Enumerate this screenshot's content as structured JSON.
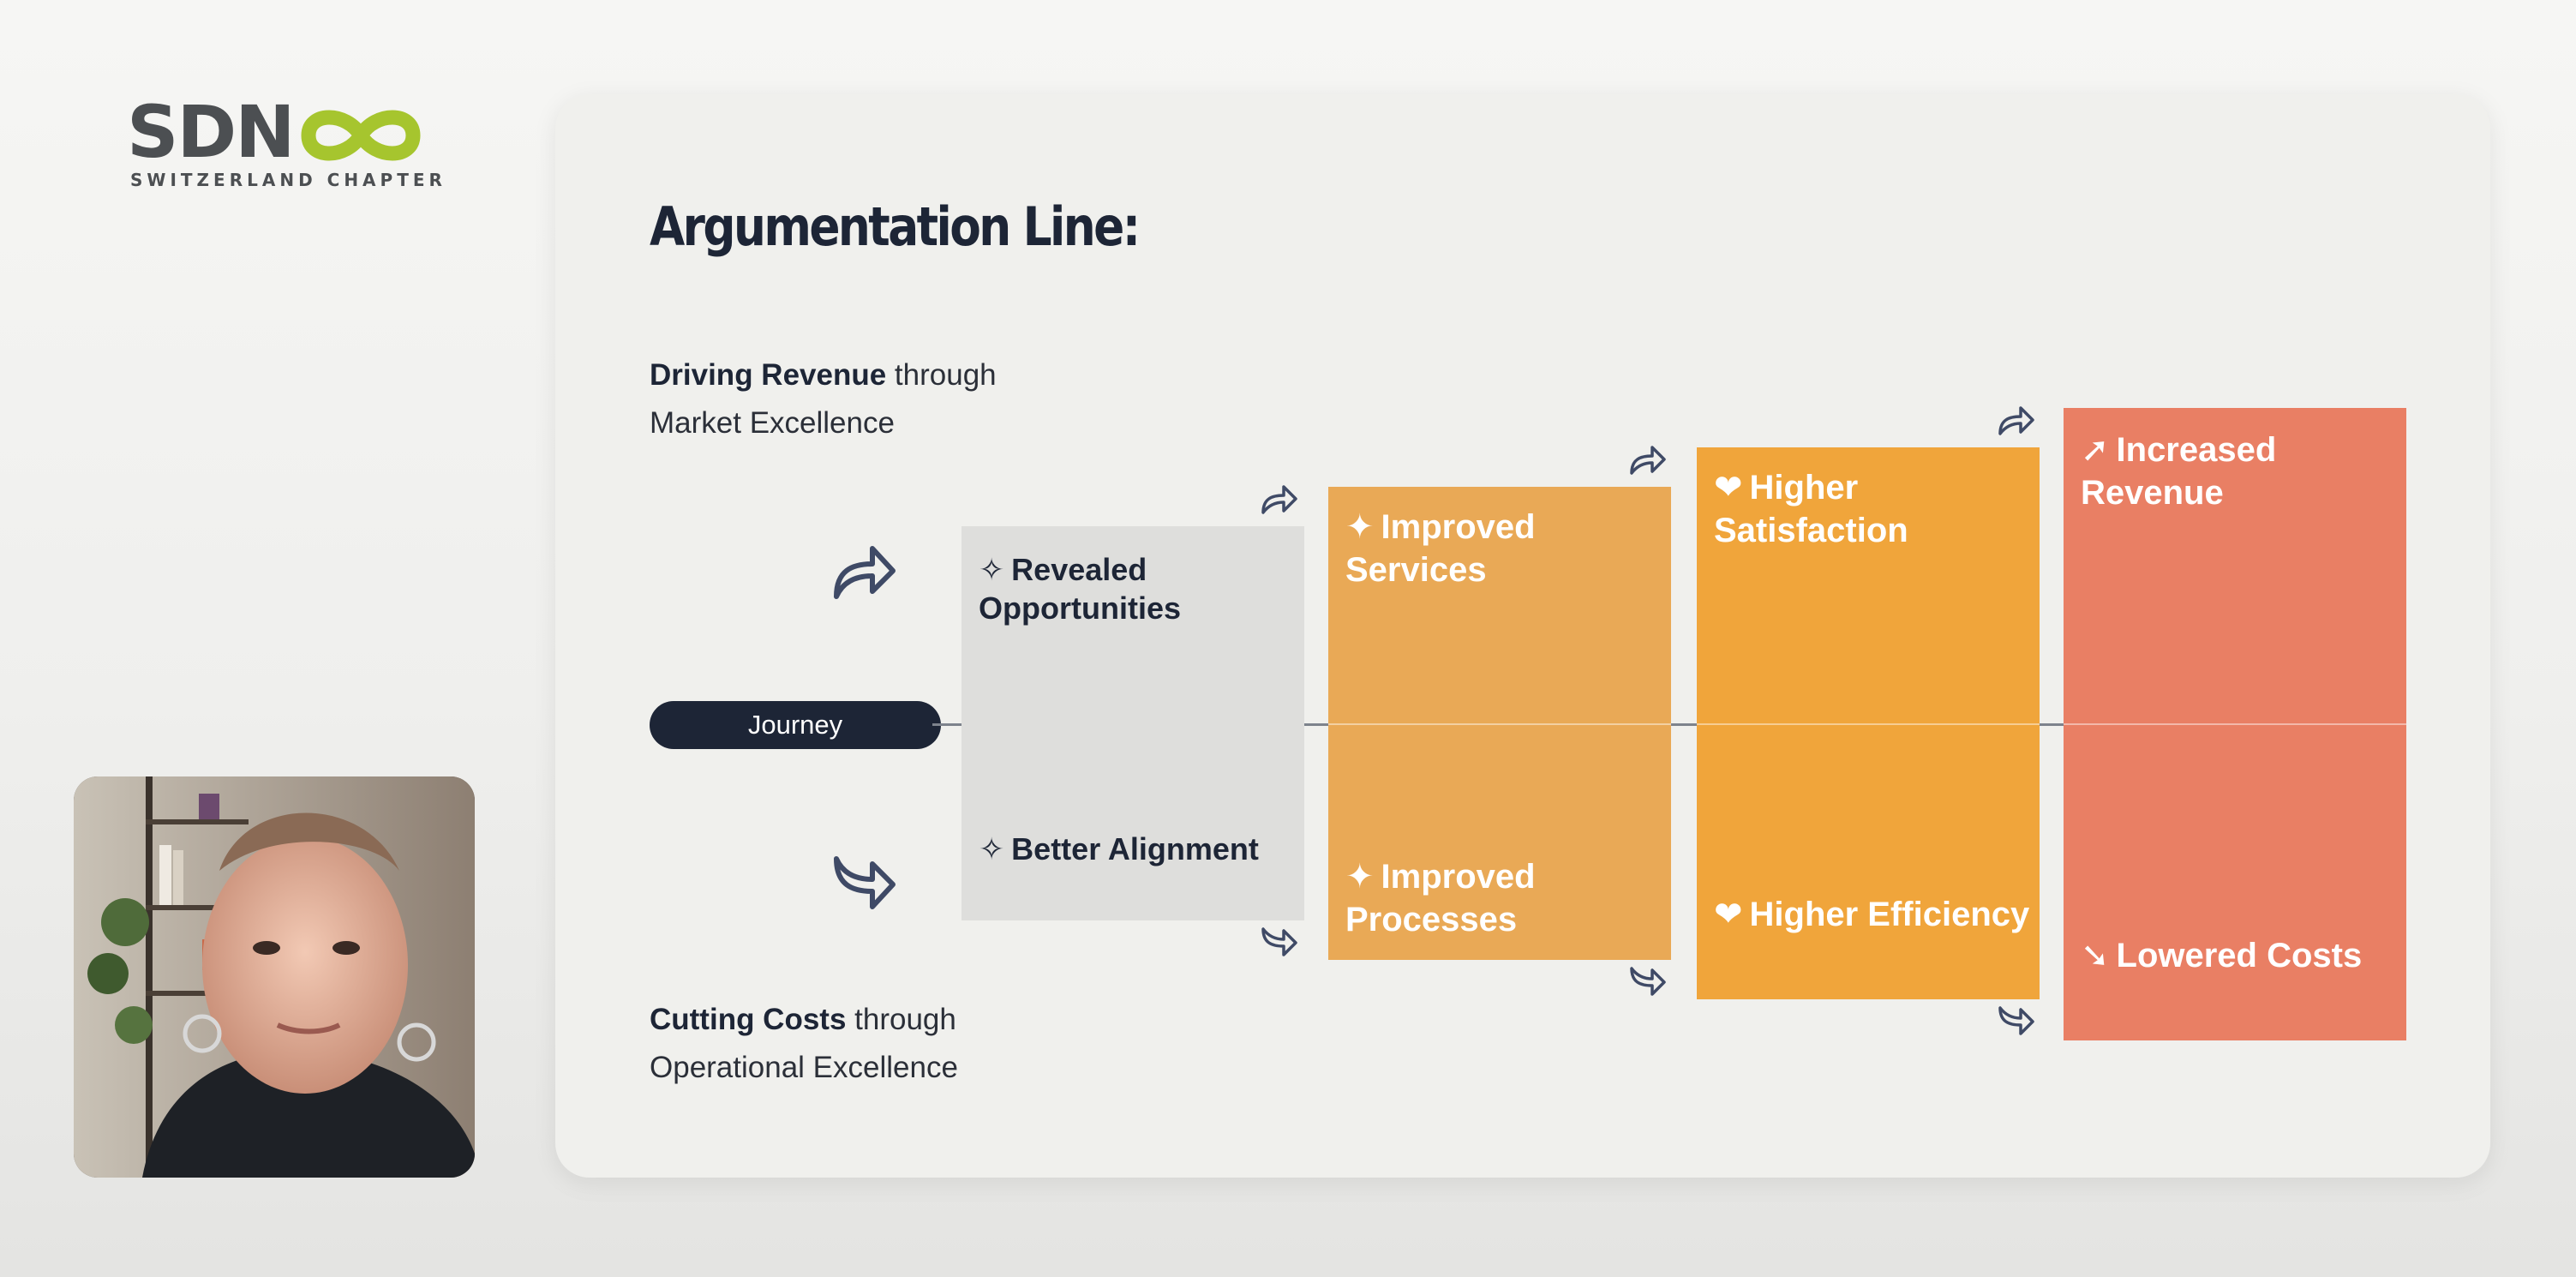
{
  "logo": {
    "wordmark": "SDN",
    "subtitle": "SWITZERLAND CHAPTER"
  },
  "slide": {
    "title": "Argumentation Line:",
    "top_caption": {
      "bold": "Driving Revenue",
      "rest": " through",
      "line2": "Market Excellence"
    },
    "bottom_caption": {
      "bold": "Cutting Costs",
      "rest": " through",
      "line2": "Operational Excellence"
    },
    "journey_label": "Journey",
    "stages": [
      {
        "top": "Revealed Opportunities",
        "bottom": "Better Alignment",
        "top_icon": "outline-sparkle-icon",
        "bottom_icon": "outline-sparkle-icon",
        "color": "#dededc",
        "text_color": "#1d2536"
      },
      {
        "top": "Improved Services",
        "bottom": "Improved Processes",
        "top_icon": "sparkle-icon",
        "bottom_icon": "sparkle-icon",
        "color": "#e9a956",
        "text_color": "#ffffff"
      },
      {
        "top": "Higher Satisfaction",
        "bottom": "Higher Efficiency",
        "top_icon": "heart-icon",
        "bottom_icon": "heart-icon",
        "color": "#f0a53b",
        "text_color": "#ffffff"
      },
      {
        "top": "Increased Revenue",
        "bottom": "Lowered Costs",
        "top_icon": "trend-up-icon",
        "bottom_icon": "trend-down-icon",
        "color": "#e97f64",
        "text_color": "#ffffff"
      }
    ]
  },
  "icons": {
    "top_arrow": "arrow-up-right-icon",
    "bottom_arrow": "arrow-down-right-icon"
  },
  "colors": {
    "navy": "#1d2536",
    "logo_green": "#a6c52e",
    "logo_gray": "#4c4f52"
  }
}
